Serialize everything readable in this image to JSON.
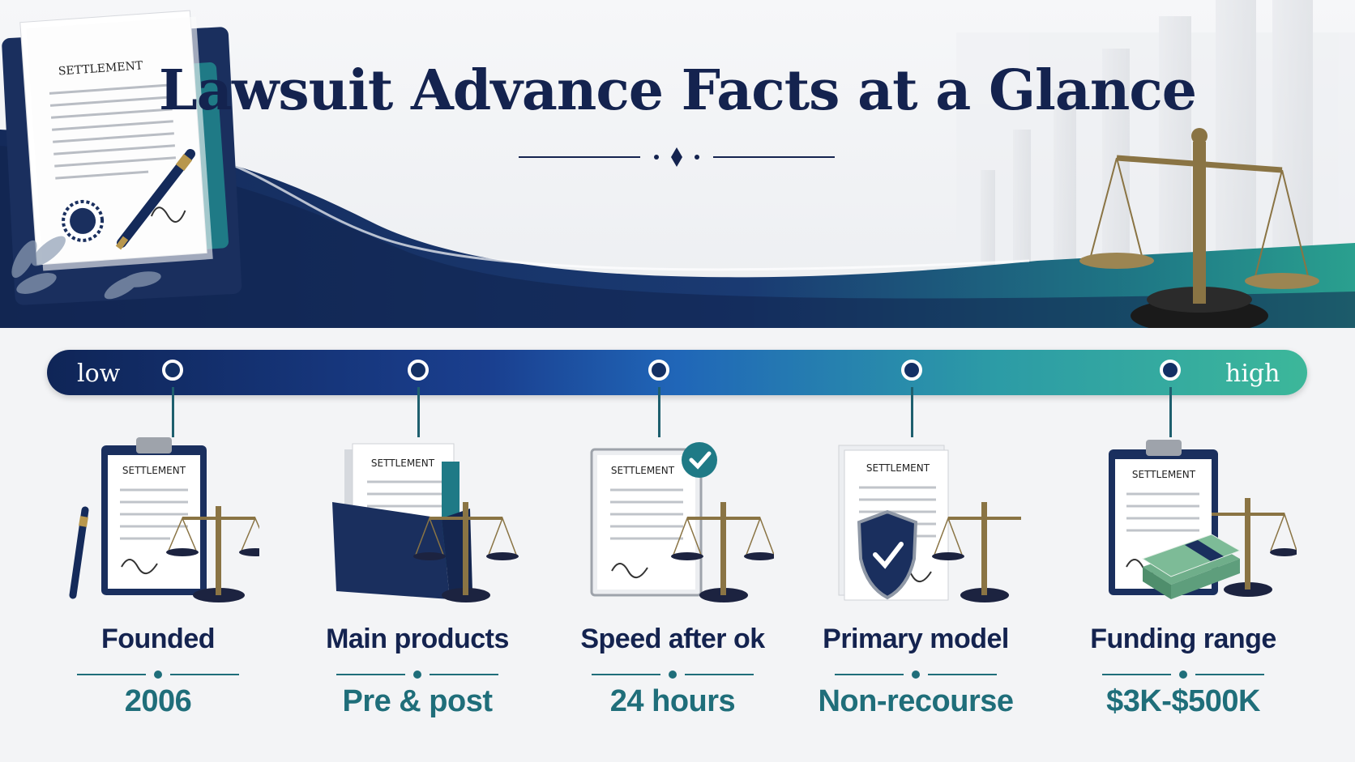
{
  "header": {
    "title": "Lawsuit Advance Facts at a Glance",
    "document_label": "SETTLEMENT"
  },
  "scale": {
    "low_label": "low",
    "high_label": "high"
  },
  "facts": [
    {
      "label": "Founded",
      "value": "2006",
      "card_label": "SETTLEMENT"
    },
    {
      "label": "Main products",
      "value": "Pre & post",
      "card_label": "SETTLEMENT"
    },
    {
      "label": "Speed after ok",
      "value": "24 hours",
      "card_label": "SETTLEMENT"
    },
    {
      "label": "Primary model",
      "value": "Non-recourse",
      "card_label": "SETTLEMENT"
    },
    {
      "label": "Funding range",
      "value": "$3K-$500K",
      "card_label": "SETTLEMENT"
    }
  ],
  "colors": {
    "navy": "#14234f",
    "teal": "#1f6e7a",
    "gold": "#8a7444"
  },
  "icons": [
    "clipboard-icon",
    "folder-icon",
    "check-badge-icon",
    "shield-icon",
    "cash-stack-icon",
    "scales-icon",
    "pen-icon"
  ]
}
